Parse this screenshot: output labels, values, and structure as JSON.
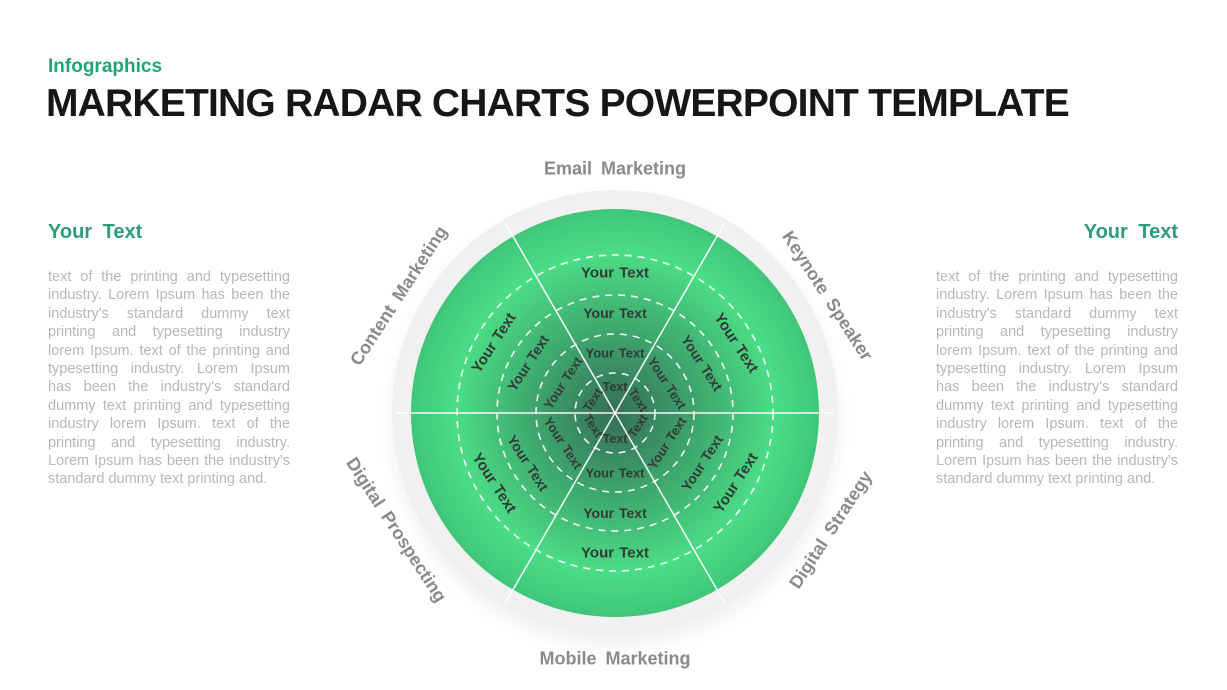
{
  "page": {
    "eyebrow": "Infographics",
    "title": "MARKETING RADAR CHARTS POWERPOINT TEMPLATE"
  },
  "left_column": {
    "heading": "Your Text",
    "body": "text of the printing and typesetting industry. Lorem Ipsum has been the industry's standard dummy text printing and typesetting industry lorem Ipsum. text of the printing and typesetting industry. Lorem Ipsum has been the industry's standard dummy text printing and typesetting industry lorem Ipsum. text of the printing and typesetting industry. Lorem Ipsum has been the industry's standard dummy text printing and."
  },
  "right_column": {
    "heading": "Your Text",
    "body": "text of the printing and typesetting industry. Lorem Ipsum has been the industry's standard dummy text printing and typesetting industry lorem Ipsum. text of the printing and typesetting industry. Lorem Ipsum has been the industry's standard dummy text printing and typesetting industry lorem Ipsum. text of the printing and typesetting industry. Lorem Ipsum has been the industry's standard dummy text printing and."
  },
  "chart": {
    "type": "radar-template",
    "categories": [
      {
        "label": "Email Marketing"
      },
      {
        "label": "Keynote Speaker"
      },
      {
        "label": "Digital Strategy"
      },
      {
        "label": "Mobile Marketing"
      },
      {
        "label": "Digital Prospecting"
      },
      {
        "label": "Content Marketing"
      }
    ],
    "ring_labels": [
      "Text",
      "Your Text",
      "Your Text",
      "Your Text"
    ],
    "rings_count": 4,
    "sectors_count": 6,
    "colors": {
      "accent_green": "#1ea578",
      "heading_green": "#2d9c78",
      "disc_bright": "#4cdc86",
      "disc_dark": "#1f8152",
      "halo_gray": "#efefef",
      "category_label_gray": "#8a8a8a",
      "body_text_gray": "#b7b7b7",
      "ring_label_dark": "#333a36"
    }
  }
}
